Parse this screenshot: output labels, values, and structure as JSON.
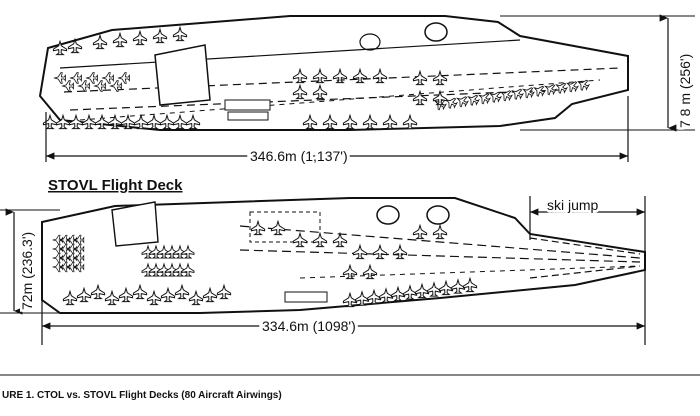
{
  "ctol": {
    "length_label": "346.6m (1,137')",
    "beam_label": "7 8 m (256')"
  },
  "stovl": {
    "heading": "STOVL Flight Deck",
    "length_label": "334.6m (1098')",
    "beam_label": "72m (236.3')",
    "ski_jump_label": "ski jump"
  },
  "caption": "URE 1.   CTOL vs. STOVL Flight Decks (80 Aircraft Airwings)"
}
